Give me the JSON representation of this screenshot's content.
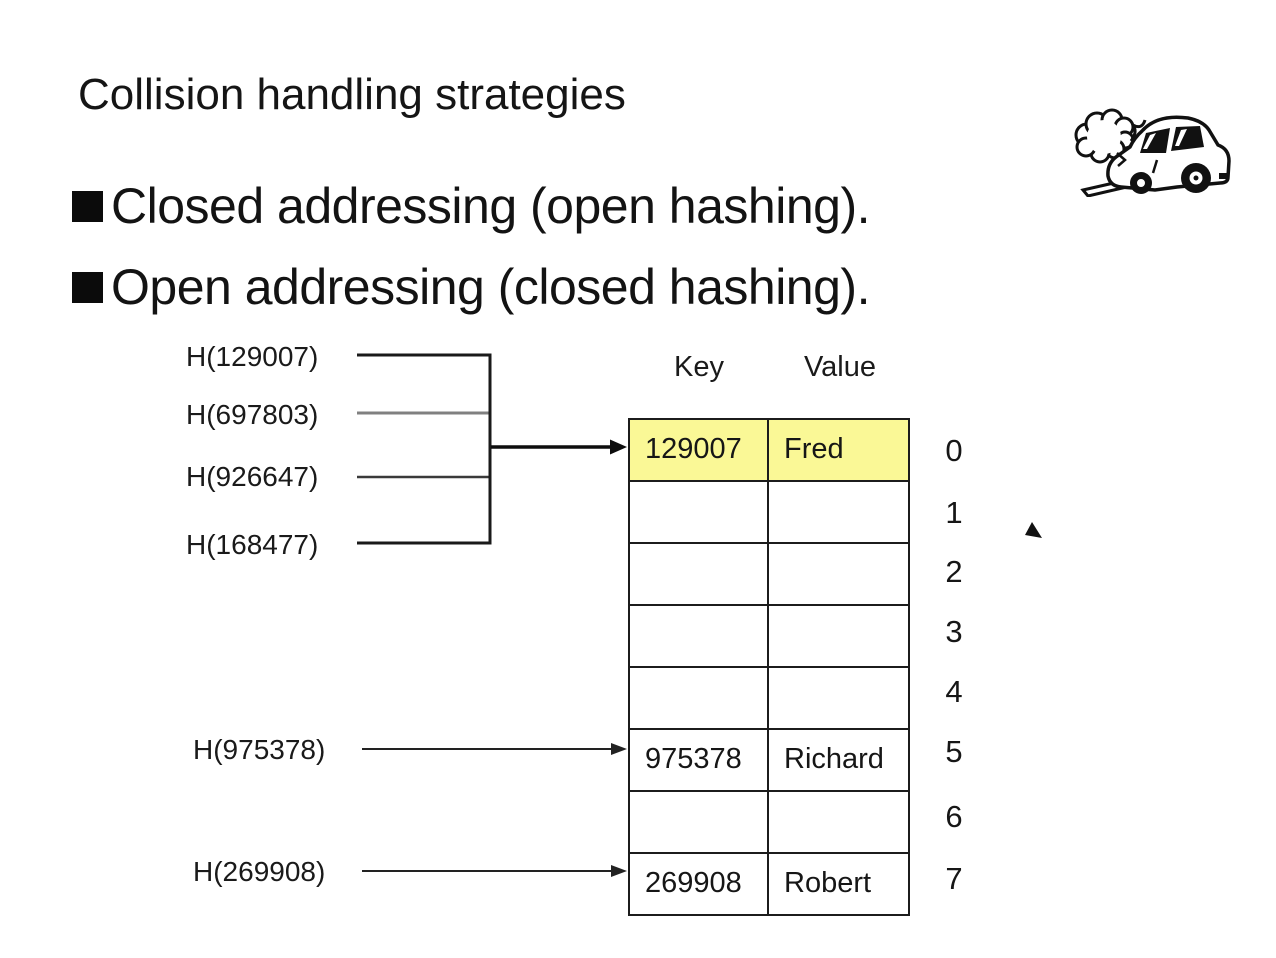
{
  "slide": {
    "title": "Collision handling strategies",
    "bullets": [
      {
        "text": "Closed addressing (open hashing)."
      },
      {
        "text": "Open addressing (closed hashing)."
      }
    ]
  },
  "diagram": {
    "hash_inputs": [
      {
        "label": "H(129007)"
      },
      {
        "label": "H(697803)"
      },
      {
        "label": "H(926647)"
      },
      {
        "label": "H(168477)"
      },
      {
        "label": "H(975378)"
      },
      {
        "label": "H(269908)"
      }
    ],
    "icons": {
      "car_crash": "car-crash-icon",
      "cursor": "cursor-arrow-icon",
      "bullet": "bullet-square-icon"
    }
  },
  "table": {
    "columns": [
      "Key",
      "Value"
    ],
    "row_indexes": [
      "0",
      "1",
      "2",
      "3",
      "4",
      "5",
      "6",
      "7"
    ],
    "rows": [
      {
        "key": "129007",
        "value": "Fred",
        "highlighted": true
      },
      {
        "key": "",
        "value": "",
        "highlighted": false
      },
      {
        "key": "",
        "value": "",
        "highlighted": false
      },
      {
        "key": "",
        "value": "",
        "highlighted": false
      },
      {
        "key": "",
        "value": "",
        "highlighted": false
      },
      {
        "key": "975378",
        "value": "Richard",
        "highlighted": false
      },
      {
        "key": "",
        "value": "",
        "highlighted": false
      },
      {
        "key": "269908",
        "value": "Robert",
        "highlighted": false
      }
    ]
  },
  "colors": {
    "background": "#ffffff",
    "highlight": "#faf896",
    "line": "#1a1a1a",
    "gray_line": "#808080",
    "text": "#111111"
  }
}
